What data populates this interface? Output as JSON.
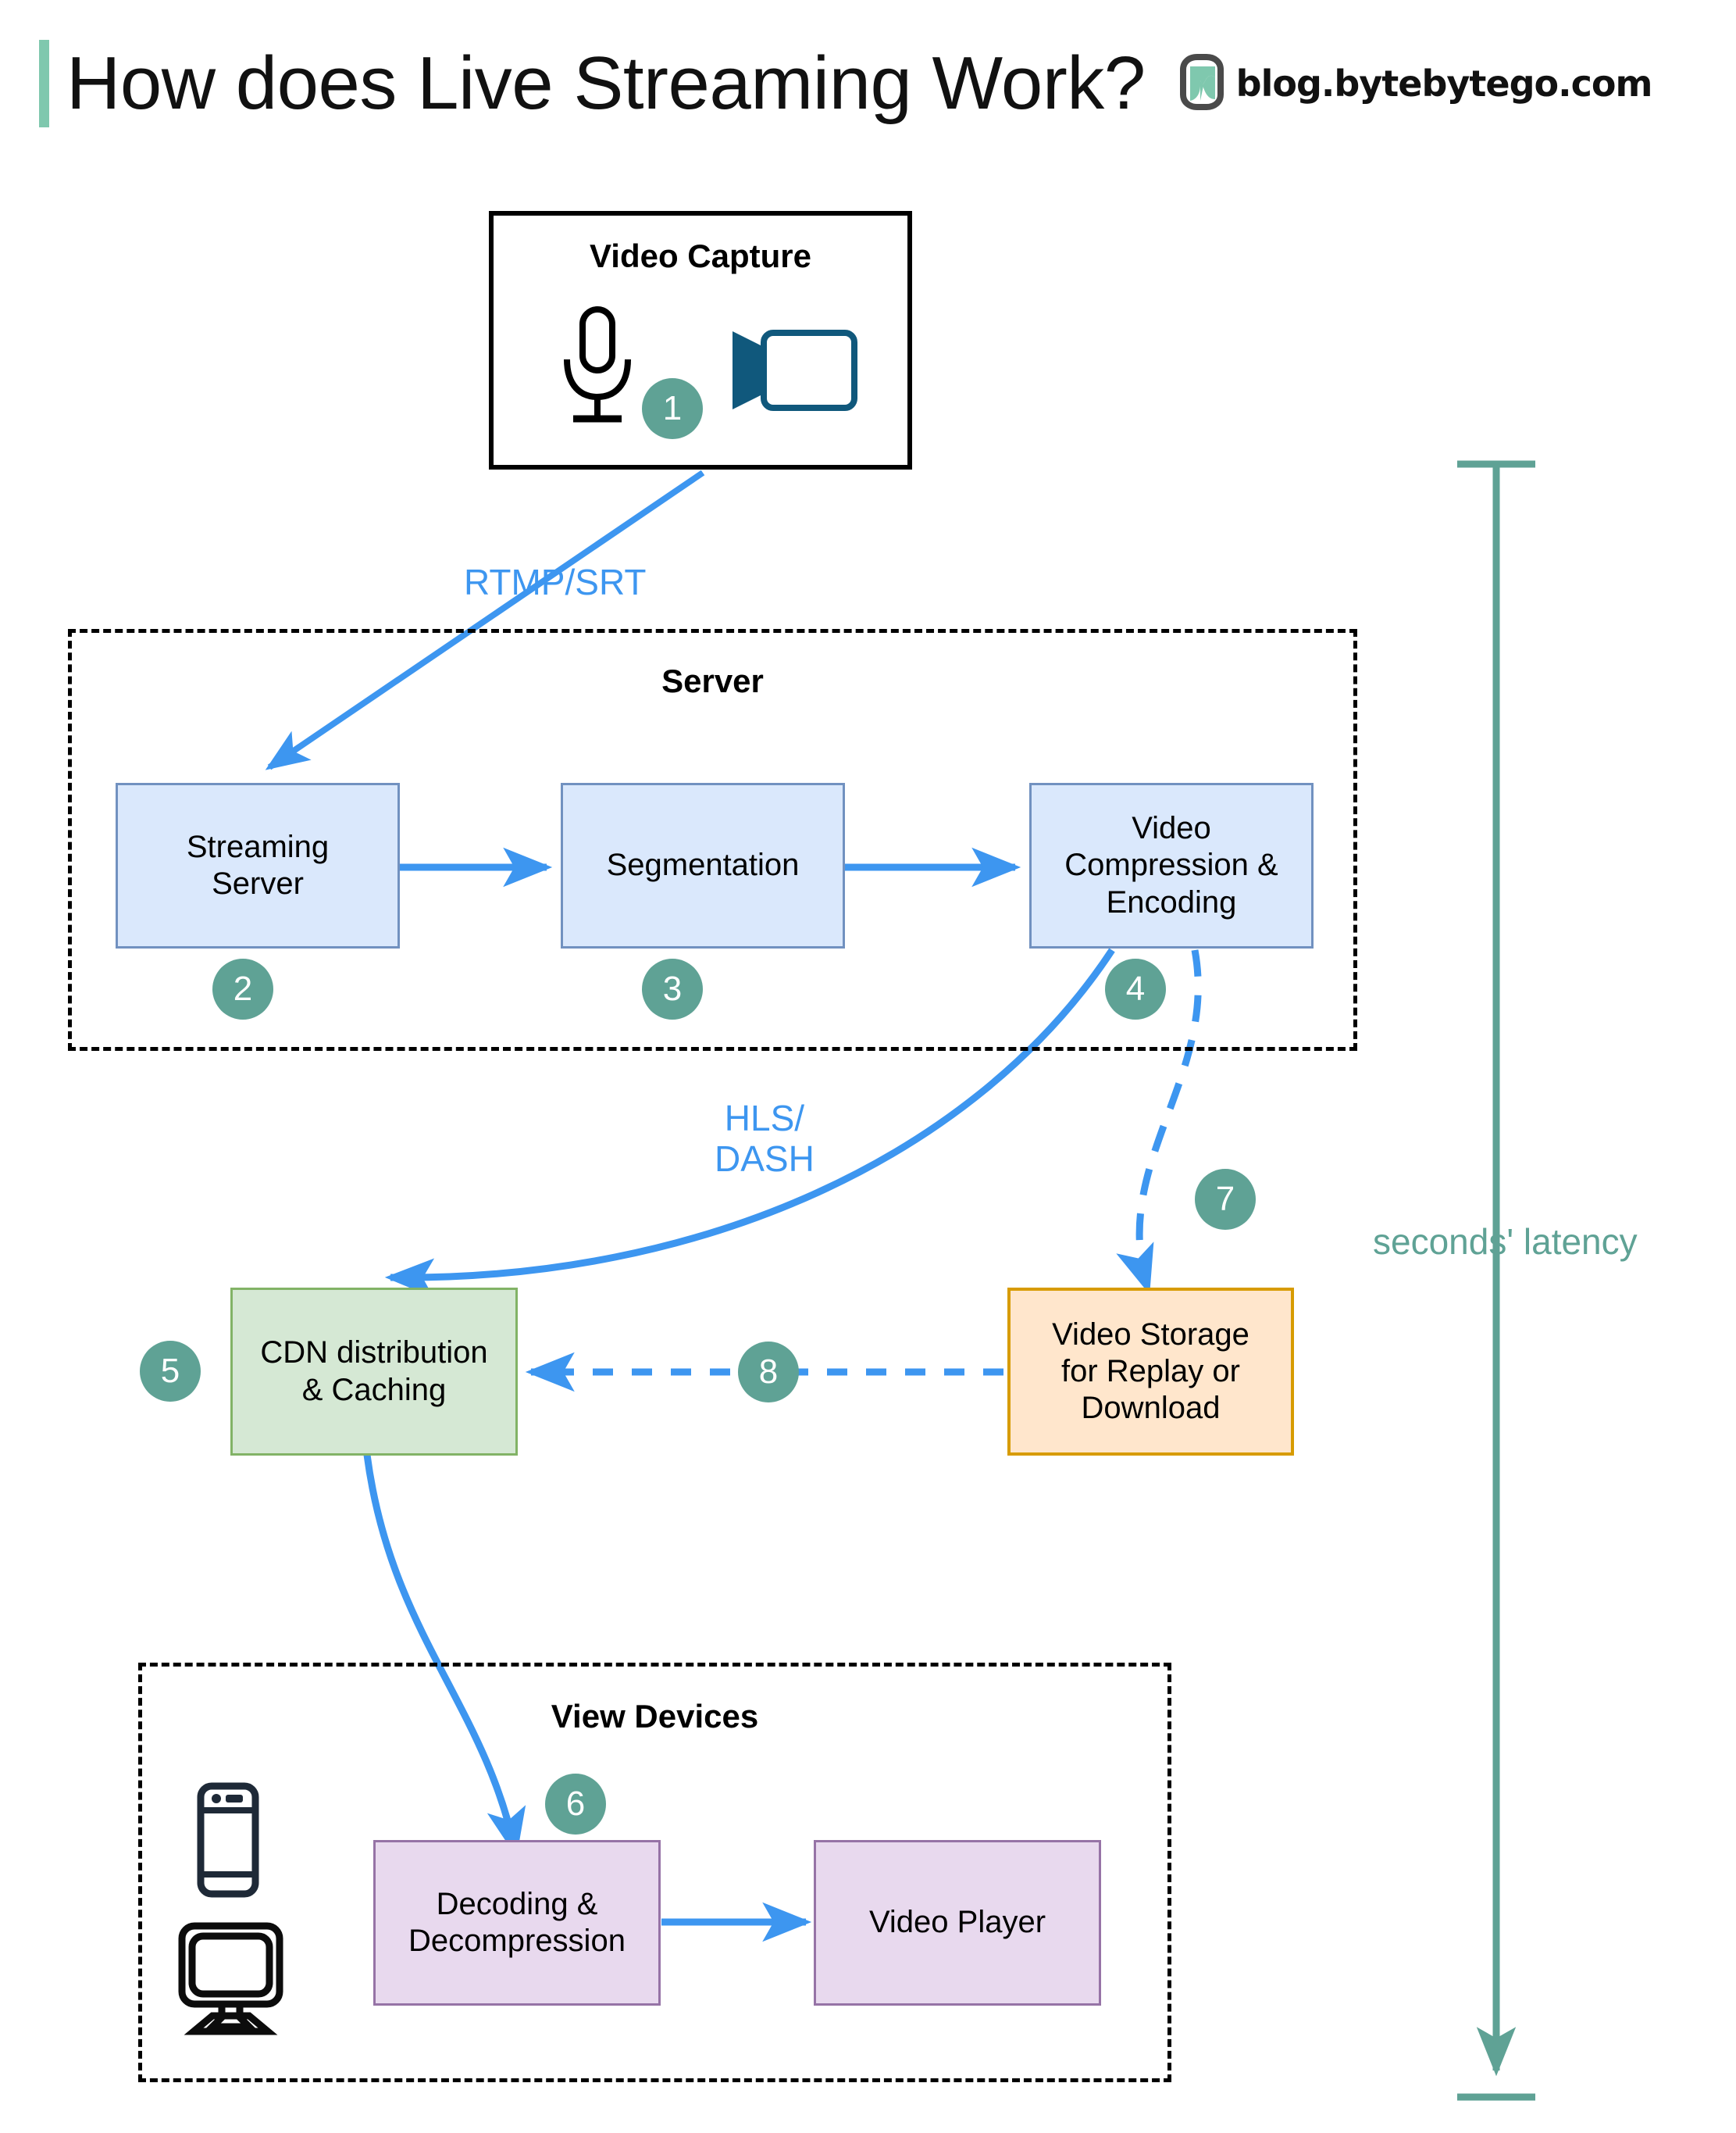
{
  "header": {
    "title": "How does Live Streaming Work?",
    "brand_text": "blog.bytebytego.com",
    "logo_icon": "bytebytego-logo-icon",
    "accent_color": "#7fc8ae"
  },
  "diagram": {
    "type": "flowchart",
    "groups": [
      {
        "id": "video-capture",
        "title": "Video Capture",
        "style": "solid-black-box"
      },
      {
        "id": "server",
        "title": "Server",
        "style": "dashed-black-box"
      },
      {
        "id": "view-devices",
        "title": "View Devices",
        "style": "dashed-black-box"
      }
    ],
    "nodes": [
      {
        "id": "streaming-server",
        "label": "Streaming\nServer",
        "color": "#dae8fc",
        "border": "#7191c0",
        "group": "server"
      },
      {
        "id": "segmentation",
        "label": "Segmentation",
        "color": "#dae8fc",
        "border": "#7191c0",
        "group": "server"
      },
      {
        "id": "video-compression",
        "label": "Video\nCompression &\nEncoding",
        "color": "#dae8fc",
        "border": "#7191c0",
        "group": "server"
      },
      {
        "id": "cdn",
        "label": "CDN distribution\n& Caching",
        "color": "#d5e8d4",
        "border": "#82b366",
        "group": null
      },
      {
        "id": "video-storage",
        "label": "Video Storage\nfor Replay or\nDownload",
        "color": "#ffe6cc",
        "border": "#d79b00",
        "group": null
      },
      {
        "id": "decoding",
        "label": "Decoding &\nDecompression",
        "color": "#e8d9ee",
        "border": "#9673a6",
        "group": "view-devices"
      },
      {
        "id": "video-player",
        "label": "Video Player",
        "color": "#e8d9ee",
        "border": "#9673a6",
        "group": "view-devices"
      }
    ],
    "steps": [
      {
        "n": "1",
        "at": "video-capture"
      },
      {
        "n": "2",
        "at": "streaming-server"
      },
      {
        "n": "3",
        "at": "segmentation"
      },
      {
        "n": "4",
        "at": "video-compression"
      },
      {
        "n": "5",
        "at": "cdn"
      },
      {
        "n": "6",
        "at": "decoding"
      },
      {
        "n": "7",
        "at": "compression-to-storage"
      },
      {
        "n": "8",
        "at": "storage-to-cdn"
      }
    ],
    "edge_labels": [
      {
        "id": "rtmp-srt",
        "text": "RTMP/SRT",
        "color": "#3d96f0"
      },
      {
        "id": "hls-dash",
        "text": "HLS/\nDASH",
        "color": "#3d96f0"
      }
    ],
    "icons": [
      {
        "id": "microphone-icon",
        "in": "video-capture"
      },
      {
        "id": "video-camera-icon",
        "in": "video-capture"
      },
      {
        "id": "smartphone-icon",
        "in": "view-devices"
      },
      {
        "id": "monitor-icon",
        "in": "view-devices"
      }
    ],
    "annotation": {
      "id": "latency-bracket",
      "label": "seconds' latency",
      "color": "#5fa295"
    },
    "arrow_color": "#3d96f0"
  }
}
